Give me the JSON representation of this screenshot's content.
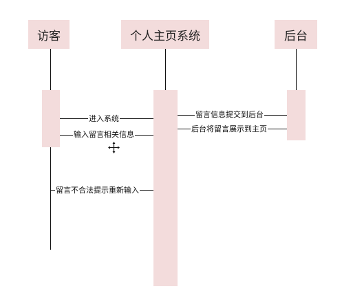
{
  "participants": {
    "visitor": "访客",
    "homepage": "个人主页系统",
    "backend": "后台"
  },
  "messages": {
    "enter_system": "进入系统",
    "input_message": "输入留言相关信息",
    "submit_message": "留言信息提交到后台",
    "display_message": "后台将留言展示到主页",
    "invalid_message": "留言不合法提示重新输入"
  },
  "colors": {
    "box_fill": "#f3dcdc",
    "line": "#111111"
  },
  "icons": {
    "cursor": "move-cursor-icon"
  }
}
